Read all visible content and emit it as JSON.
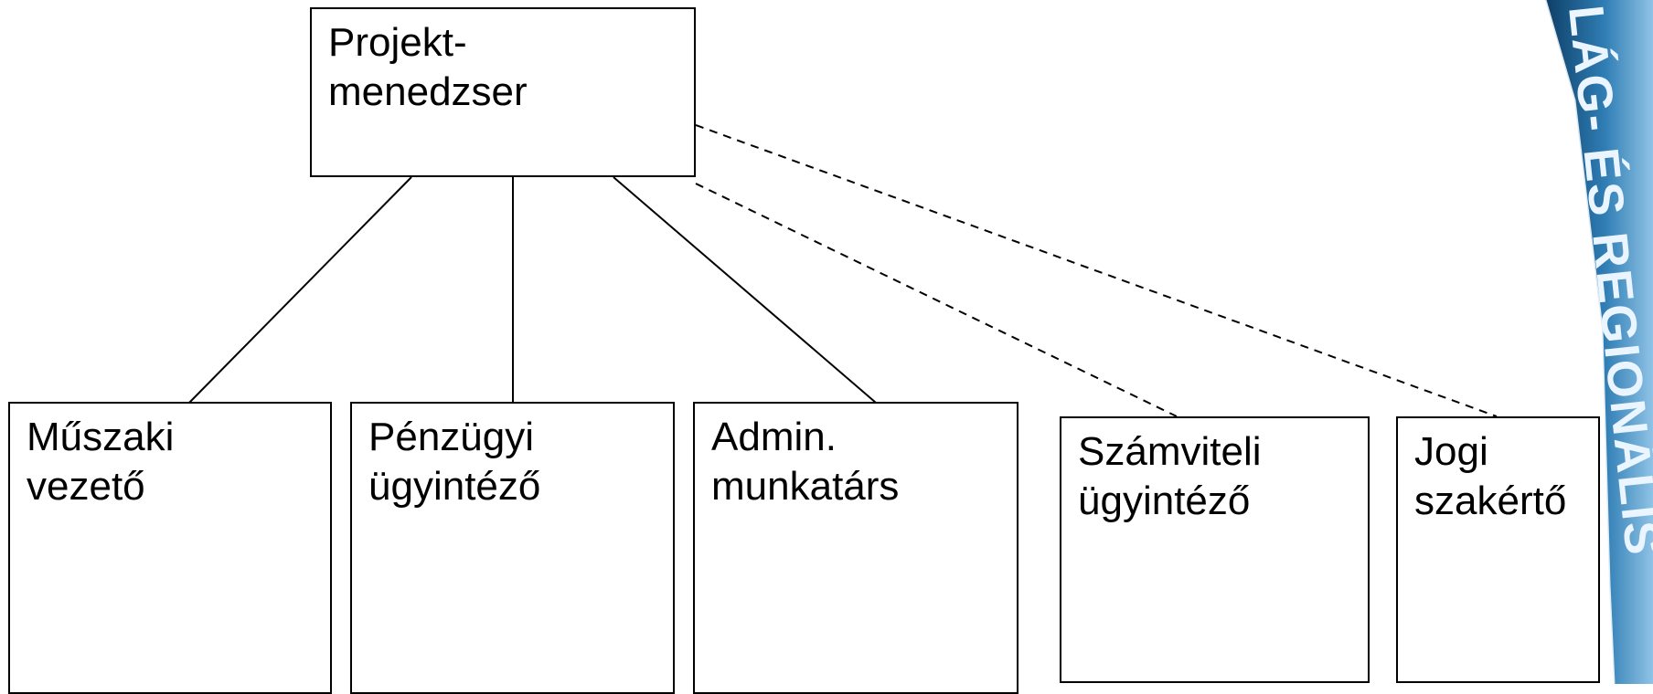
{
  "colors": {
    "line": "#000000",
    "box_border": "#000000",
    "banner_dark": "#0d3f67",
    "banner_mid": "#2f7db4",
    "banner_light": "#8fc3e6",
    "banner_text": "#eaf5ff"
  },
  "nodes": {
    "manager": {
      "line1": "Projekt-",
      "line2": "menedzser"
    },
    "technical": {
      "line1": "Műszaki",
      "line2": "vezető"
    },
    "finance": {
      "line1": "Pénzügyi",
      "line2": "ügyintéző"
    },
    "admin": {
      "line1": "Admin.",
      "line2": "munkatárs"
    },
    "accounting": {
      "line1": "Számviteli",
      "line2": "ügyintéző"
    },
    "legal": {
      "line1": "Jogi",
      "line2": "szakértő"
    }
  },
  "edges": [
    {
      "from": "manager",
      "to": "technical",
      "style": "solid"
    },
    {
      "from": "manager",
      "to": "finance",
      "style": "solid"
    },
    {
      "from": "manager",
      "to": "admin",
      "style": "solid"
    },
    {
      "from": "manager",
      "to": "accounting",
      "style": "dashed"
    },
    {
      "from": "manager",
      "to": "legal",
      "style": "dashed"
    }
  ],
  "banner_text": "LÁG- ÉS REGIONÁLIS"
}
